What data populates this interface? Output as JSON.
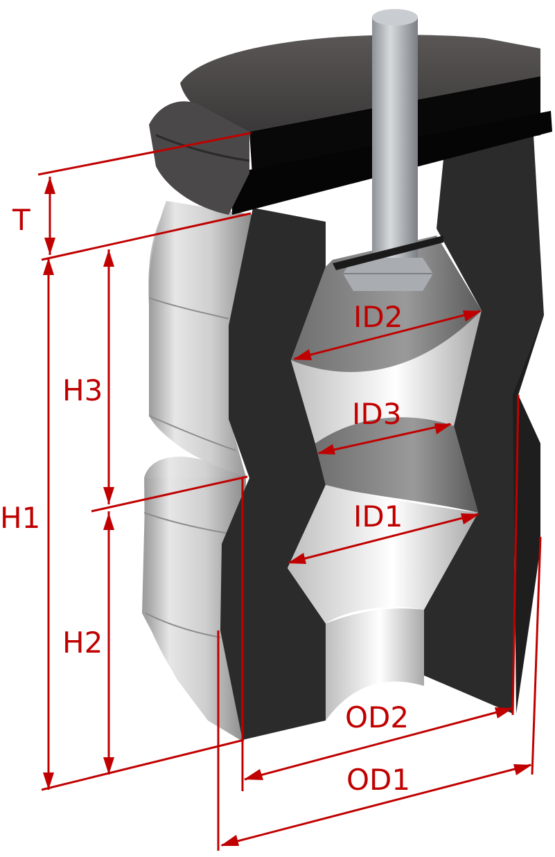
{
  "labels": {
    "T": "T",
    "H1": "H1",
    "H2": "H2",
    "H3": "H3",
    "ID1": "ID1",
    "ID2": "ID2",
    "ID3": "ID3",
    "OD1": "OD1",
    "OD2": "OD2"
  },
  "colors": {
    "dimension": "#c00000",
    "section": "#2b2b2b",
    "plate": "#080808",
    "body_light": "#dcdcdc",
    "bolt": "#9a9fa4"
  }
}
